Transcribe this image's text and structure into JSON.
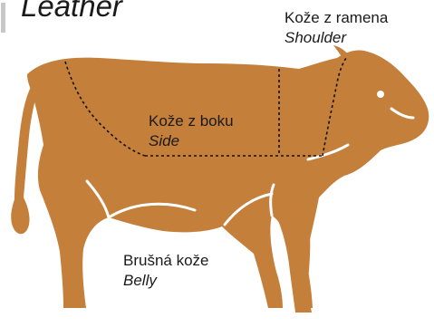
{
  "title": "Leather",
  "colors": {
    "hide": "#c47f3a",
    "text": "#1a1a1a",
    "accent_bar": "#c7c7c7",
    "cut_line": "#111111"
  },
  "regions": {
    "shoulder": {
      "cz": "Kože z ramena",
      "en": "Shoulder"
    },
    "side": {
      "cz": "Kože z boku",
      "en": "Side"
    },
    "belly": {
      "cz": "Brušná kože",
      "en": "Belly"
    }
  }
}
